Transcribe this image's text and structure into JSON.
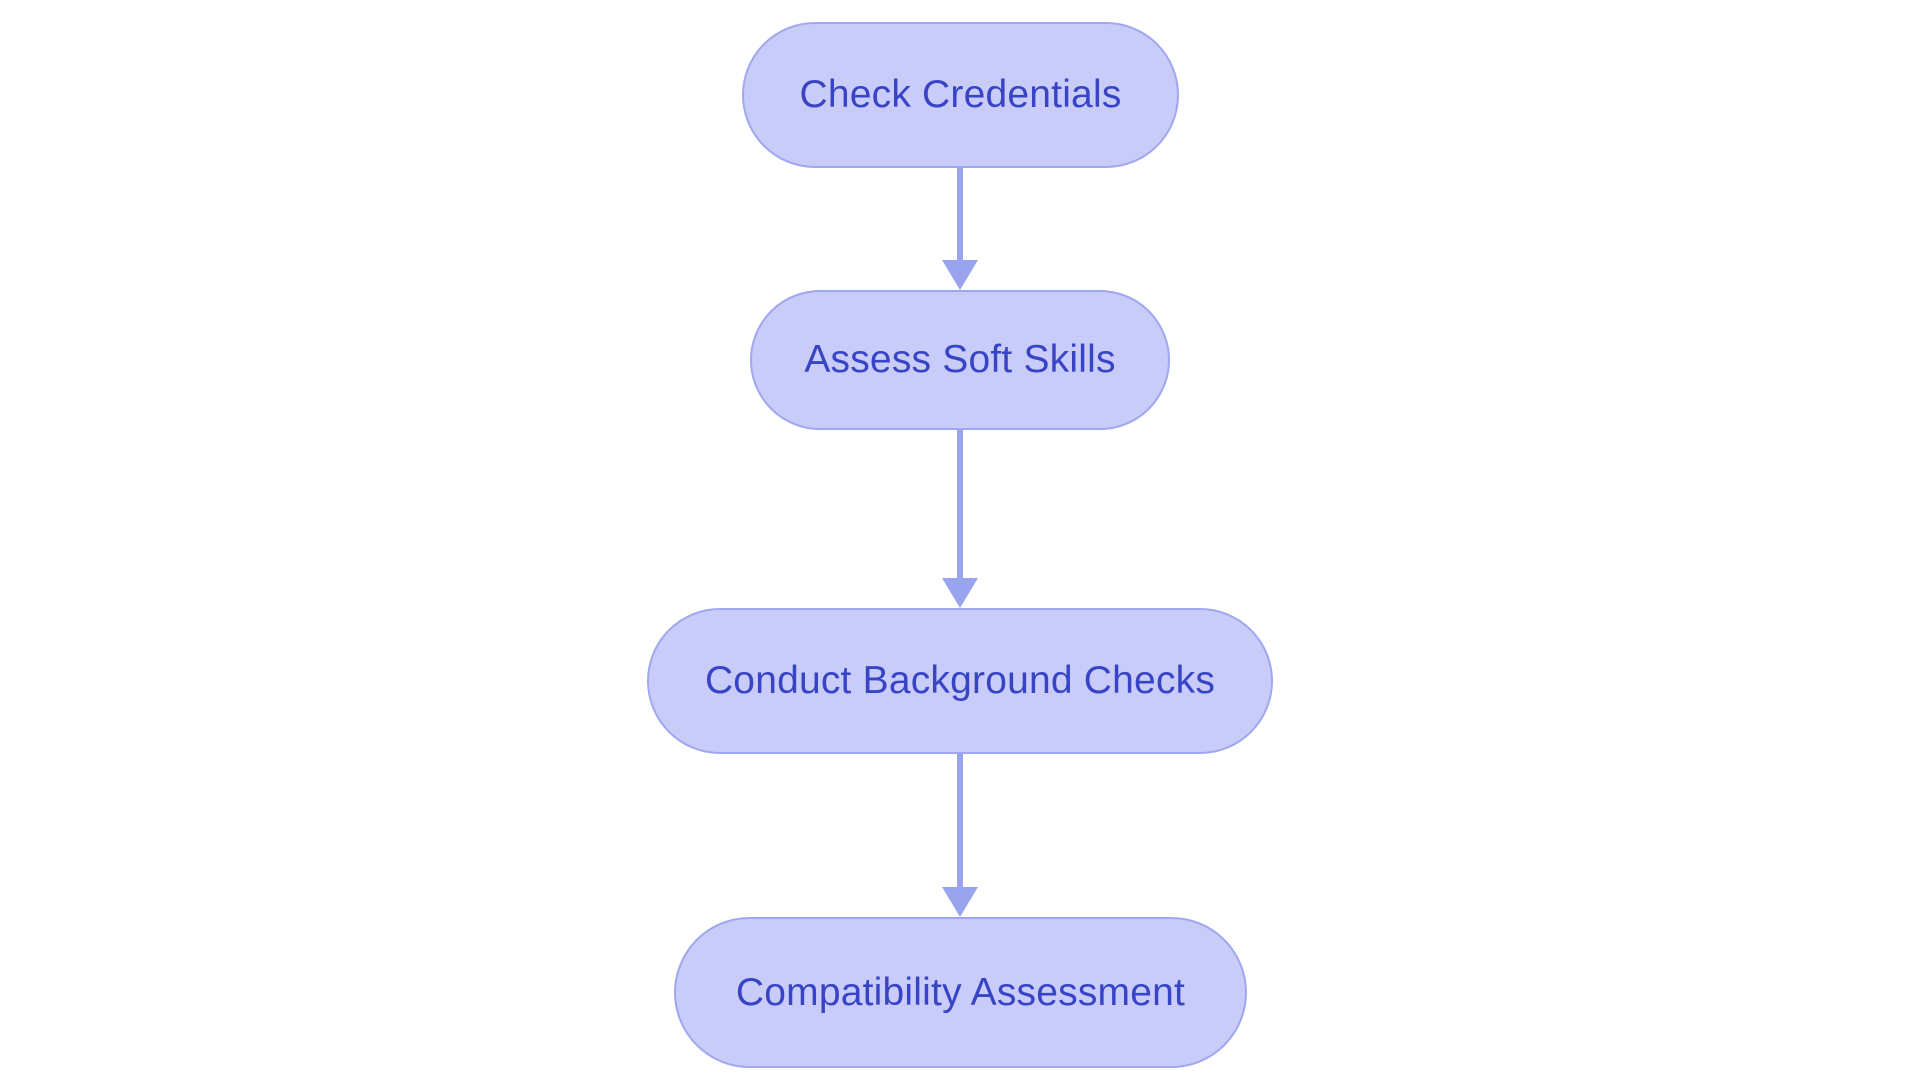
{
  "diagram": {
    "type": "flowchart",
    "direction": "top-down",
    "colors": {
      "background": "#ffffff",
      "node_fill": "#c9ccf8",
      "node_border": "#9fa7f0",
      "node_text": "#3844c6",
      "arrow": "#9aa3ee"
    },
    "nodes": [
      {
        "id": "check-credentials",
        "label": "Check Credentials"
      },
      {
        "id": "assess-soft-skills",
        "label": "Assess Soft Skills"
      },
      {
        "id": "conduct-background-checks",
        "label": "Conduct Background Checks"
      },
      {
        "id": "compatibility-assessment",
        "label": "Compatibility Assessment"
      }
    ],
    "connectors": [
      {
        "from": "check-credentials",
        "to": "assess-soft-skills"
      },
      {
        "from": "assess-soft-skills",
        "to": "conduct-background-checks"
      },
      {
        "from": "conduct-background-checks",
        "to": "compatibility-assessment"
      }
    ]
  }
}
